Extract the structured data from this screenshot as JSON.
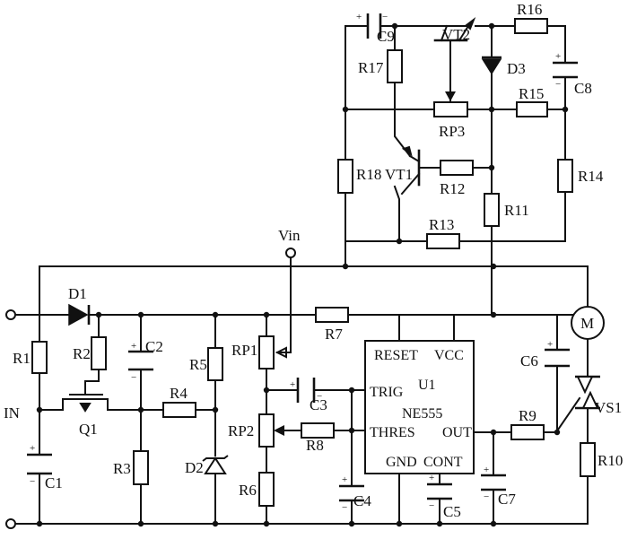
{
  "labels": {
    "in": "IN",
    "vin": "Vin",
    "r1": "R1",
    "r2": "R2",
    "r3": "R3",
    "r4": "R4",
    "r5": "R5",
    "r6": "R6",
    "r7": "R7",
    "r8": "R8",
    "r9": "R9",
    "r10": "R10",
    "r11": "R11",
    "r12": "R12",
    "r13": "R13",
    "r14": "R14",
    "r15": "R15",
    "r16": "R16",
    "r17": "R17",
    "r18": "R18",
    "rp1": "RP1",
    "rp2": "RP2",
    "rp3": "RP3",
    "c1": "C1",
    "c2": "C2",
    "c3": "C3",
    "c4": "C4",
    "c5": "C5",
    "c6": "C6",
    "c7": "C7",
    "c8": "C8",
    "c9": "C9",
    "d1": "D1",
    "d2": "D2",
    "d3": "D3",
    "q1": "Q1",
    "vt1": "VT1",
    "vt2": "VT2",
    "vs1": "VS1",
    "motor": "M"
  },
  "ic": {
    "reset": "RESET",
    "vcc": "VCC",
    "name": "U1",
    "part": "NE555",
    "trig": "TRIG",
    "thres": "THRES",
    "out": "OUT",
    "gnd": "GND",
    "cont": "CONT"
  },
  "signs": {
    "plus": "+",
    "minus": "−"
  }
}
